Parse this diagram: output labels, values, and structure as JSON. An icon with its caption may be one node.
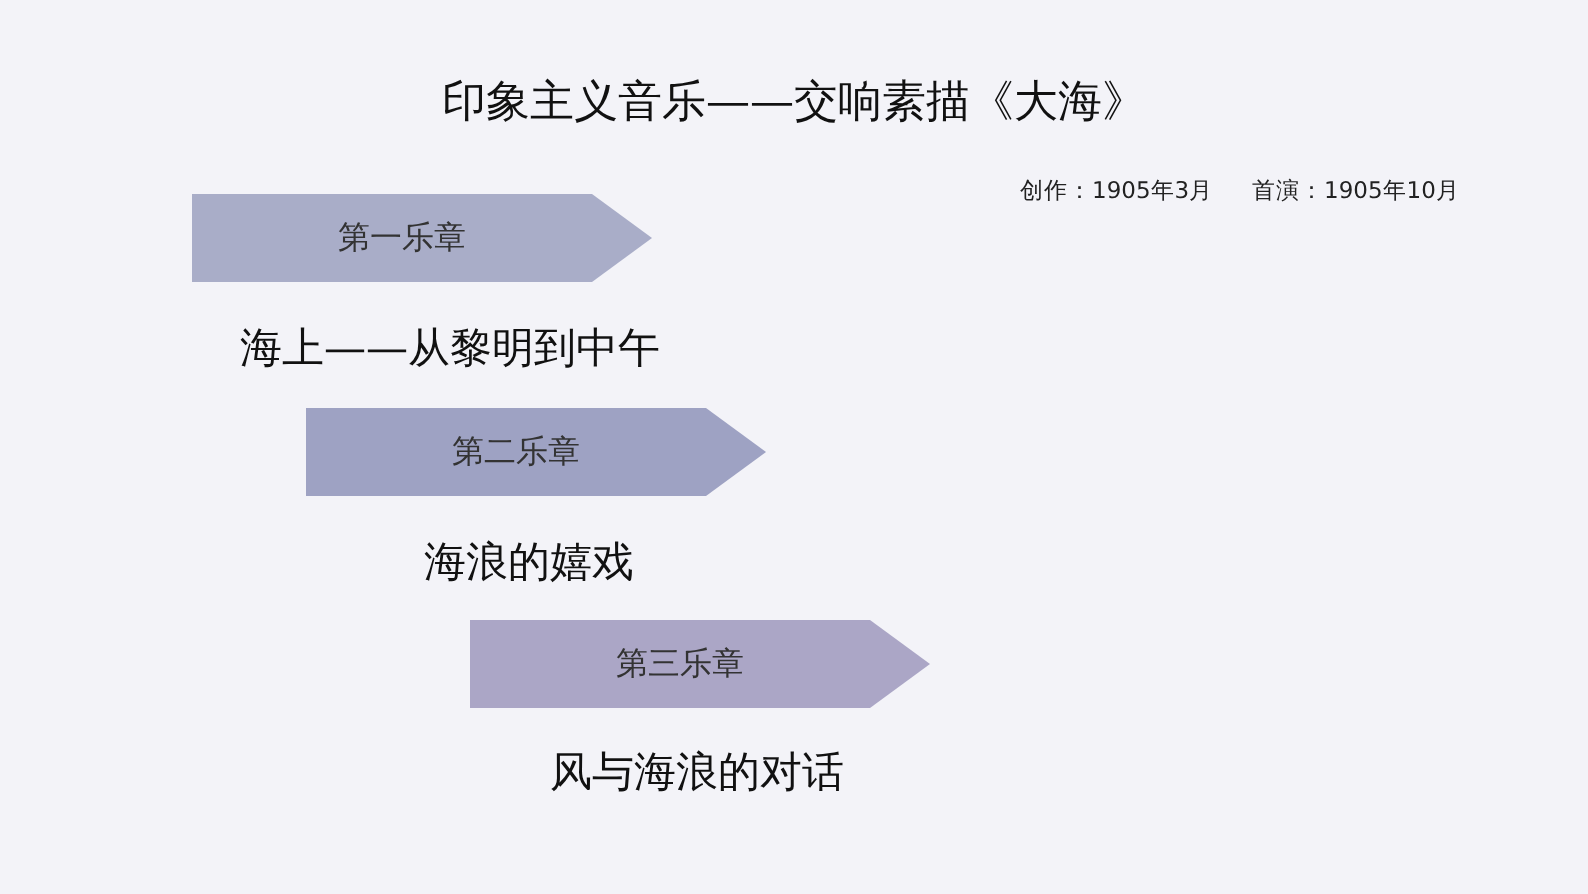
{
  "diagram": {
    "title": "印象主义音乐——交响素描《大海》",
    "nodes": [
      {
        "text": [
          "第一乐章"
        ],
        "beside": [
          "海上——从黎明到中午"
        ]
      },
      {
        "text": [
          "第二乐章"
        ],
        "beside": [
          "海浪的嬉戏"
        ]
      },
      {
        "text": [
          "第三乐章"
        ],
        "beside": [
          "风与海浪的对话"
        ]
      }
    ],
    "edges": [],
    "labels": [
      "创作：1905年3月",
      "首演：1905年10月"
    ]
  }
}
